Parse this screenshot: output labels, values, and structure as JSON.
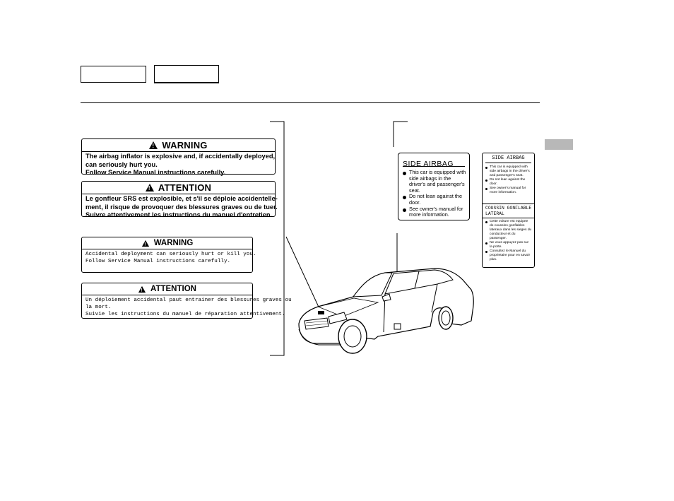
{
  "warning_label_1": {
    "heading": "WARNING",
    "lines": [
      "The airbag inflator is explosive and, if accidentally deployed,",
      "can seriously hurt you.",
      "Follow Service Manual instructions carefully."
    ]
  },
  "attention_label_1": {
    "heading": "ATTENTION",
    "lines": [
      "Le gonfleur SRS est explosible, et s'il se déploie accidentelle-",
      "ment, il risque de provoquer des blessures graves ou de tuer.",
      "Suivre attentivement les instructions du manuel d'entretien."
    ]
  },
  "warning_label_2": {
    "heading": "WARNING",
    "lines": [
      "Accidental deployment can seriously hurt or kill you.",
      "Follow Service Manual instructions carefully."
    ]
  },
  "attention_label_2": {
    "heading": "ATTENTION",
    "lines": [
      "Un déploiement accidental paut entrainer des blessures graves ou",
      "la mort.",
      "Suivie les instructions du manuel de réparation attentivement."
    ]
  },
  "side_airbag_label": {
    "title": "SIDE AIRBAG",
    "items": [
      "This car is equipped with side airbags in the driver's and passenger's seat.",
      "Do not lean against the door.",
      "See owner's manual for more information."
    ]
  },
  "side_airbag_label_bilingual": {
    "title_en": "SIDE AIRBAG",
    "items_en": [
      "This car is equipped with side airbags in the driver's and passenger's seat.",
      "Do not lean against the door.",
      "See owner's manual for more information."
    ],
    "title_fr_1": "COUSSIN GONFLABLE",
    "title_fr_2": "LATERAL",
    "items_fr": [
      "Cette voiture est equipee de coussins gonflables lateraux dans les sieges du conducteur et du passenger.",
      "Ne vous appuyez pas sur la porte.",
      "Consultez le Manuel du proprietaire pour en savoir plus."
    ]
  },
  "colors": {
    "side_tab": "#b8b8b8",
    "ink": "#000000"
  }
}
